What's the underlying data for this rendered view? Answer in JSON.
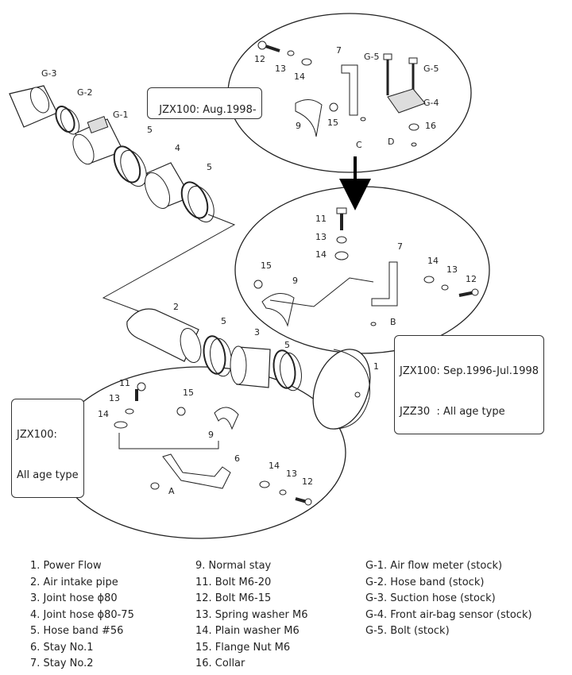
{
  "notes": {
    "top": "JZX100: Aug.1998-",
    "middle_1": "JZX100: Sep.1996-Jul.1998",
    "middle_2": "JZZ30  : All age type",
    "bottom_1": "JZX100:",
    "bottom_2": "All age type"
  },
  "labels": {
    "g3": "G-3",
    "g2": "G-2",
    "g1": "G-1",
    "g4": "G-4",
    "g5a": "G-5",
    "g5b": "G-5",
    "p1": "1",
    "p2": "2",
    "p3": "3",
    "p4": "4",
    "p5a": "5",
    "p5b": "5",
    "p5c": "5",
    "p5d": "5",
    "t12": "12",
    "t13": "13",
    "t14": "14",
    "t7": "7",
    "t9": "9",
    "t15": "15",
    "t16": "16",
    "tC": "C",
    "tD": "D",
    "m11": "11",
    "m13a": "13",
    "m14a": "14",
    "m7": "7",
    "m15": "15",
    "m9": "9",
    "m14b": "14",
    "m13b": "13",
    "m12": "12",
    "mB": "B",
    "b11": "11",
    "b13a": "13",
    "b14a": "14",
    "b15": "15",
    "b9": "9",
    "b6": "6",
    "b14b": "14",
    "b13b": "13",
    "b12": "12",
    "bA": "A"
  },
  "legend": {
    "col1": [
      "1. Power Flow",
      "2. Air intake pipe",
      "3. Joint hose ϕ80",
      "4. Joint hose ϕ80-75",
      "5. Hose band #56",
      "6. Stay No.1",
      "7. Stay No.2"
    ],
    "col2": [
      "9. Normal stay",
      "11. Bolt M6-20",
      "12. Bolt M6-15",
      "13. Spring washer M6",
      "14. Plain washer M6",
      "15. Flange Nut M6",
      "16. Collar"
    ],
    "col3": [
      "G-1. Air flow meter (stock)",
      "G-2. Hose band (stock)",
      "G-3. Suction hose (stock)",
      "G-4. Front air-bag sensor (stock)",
      "G-5. Bolt (stock)"
    ]
  }
}
